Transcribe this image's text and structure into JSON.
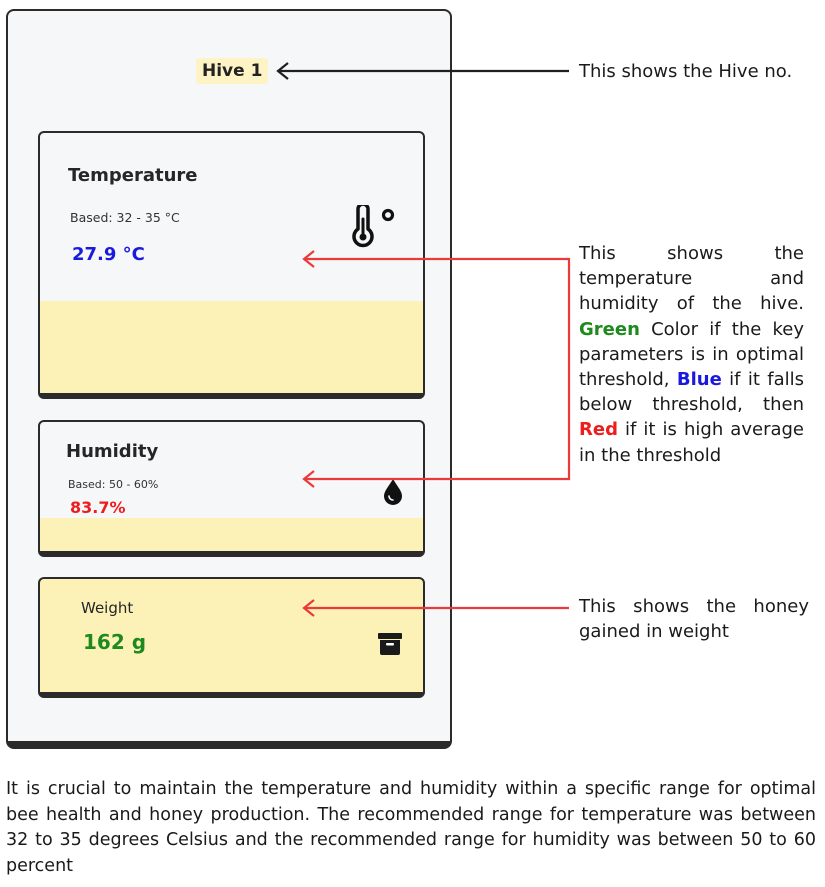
{
  "hive": {
    "title": "Hive 1"
  },
  "temperature": {
    "title": "Temperature",
    "based": "Based: 32 - 35 °C",
    "value": "27.9 °C",
    "status": "blue",
    "icon": "thermometer-icon"
  },
  "humidity": {
    "title": "Humidity",
    "based": "Based: 50 - 60%",
    "value": "83.7%",
    "status": "red",
    "icon": "water-drop-icon"
  },
  "weight": {
    "title": "Weight",
    "value": "162 g",
    "status": "green",
    "icon": "archive-box-icon"
  },
  "annotations": {
    "hive": "This shows the Hive no.",
    "env_part1": "This shows the temperature and humidity of the hive.",
    "env_green": "Green",
    "env_part2": "Color if the key parameters is in optimal threshold,",
    "env_blue": "Blue",
    "env_part3": "if it falls below threshold, then",
    "env_red": "Red",
    "env_part4": "if it is high average in the threshold",
    "weight": "This shows the honey gained in weight"
  },
  "footer_text": "It is crucial to maintain the temperature and humidity within a specific range for optimal bee health and honey production. The recommended range for temperature was between 32 to 35 degrees Celsius and the recommended range for humidity was between 50 to 60 percent",
  "colors": {
    "green": "#1e8a1e",
    "blue": "#1a1adf",
    "red": "#ee1c1c",
    "card_fill": "#fcf2b7",
    "arrow_red": "#ea3a3a"
  }
}
